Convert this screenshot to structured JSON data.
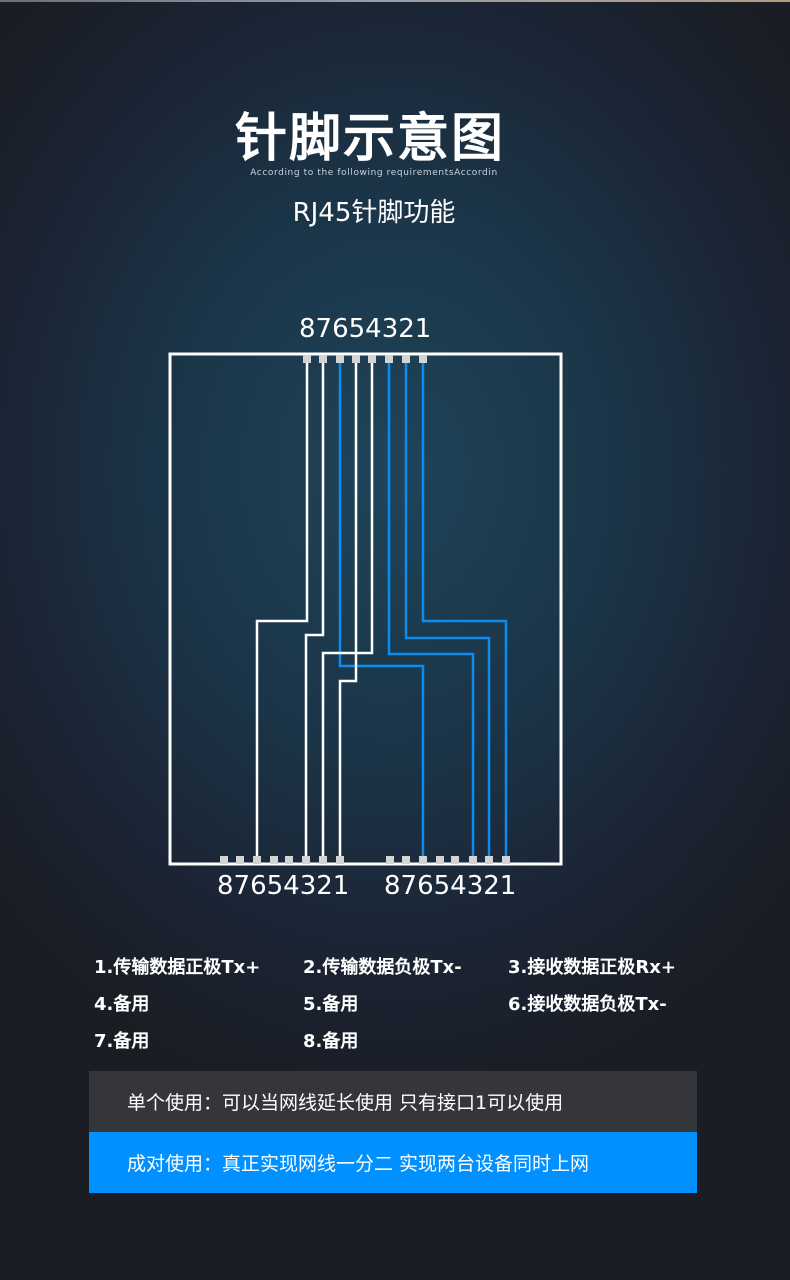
{
  "title": "针脚示意图",
  "subtitle": "According to the following requirementsAccordin",
  "heading": "RJ45针脚功能",
  "diagram": {
    "top_pins_label": "87654321",
    "bottom_left_pins_label": "87654321",
    "bottom_right_pins_label": "87654321",
    "colors": {
      "white_wire": "#ffffff",
      "blue_wire": "#0a8cf0",
      "pin": "#d4d4d4",
      "frame": "#ffffff"
    }
  },
  "legend": [
    "1.传输数据正极Tx+",
    "2.传输数据负极Tx-",
    "3.接收数据正极Rx+",
    "4.备用",
    "5.备用",
    "6.接收数据负极Tx-",
    "7.备用",
    "8.备用"
  ],
  "usage": {
    "single": "单个使用：可以当网线延长使用 只有接口1可以使用",
    "paired": "成对使用：真正实现网线一分二 实现两台设备同时上网",
    "single_bg": "#34363c",
    "paired_bg": "#0090ff"
  }
}
